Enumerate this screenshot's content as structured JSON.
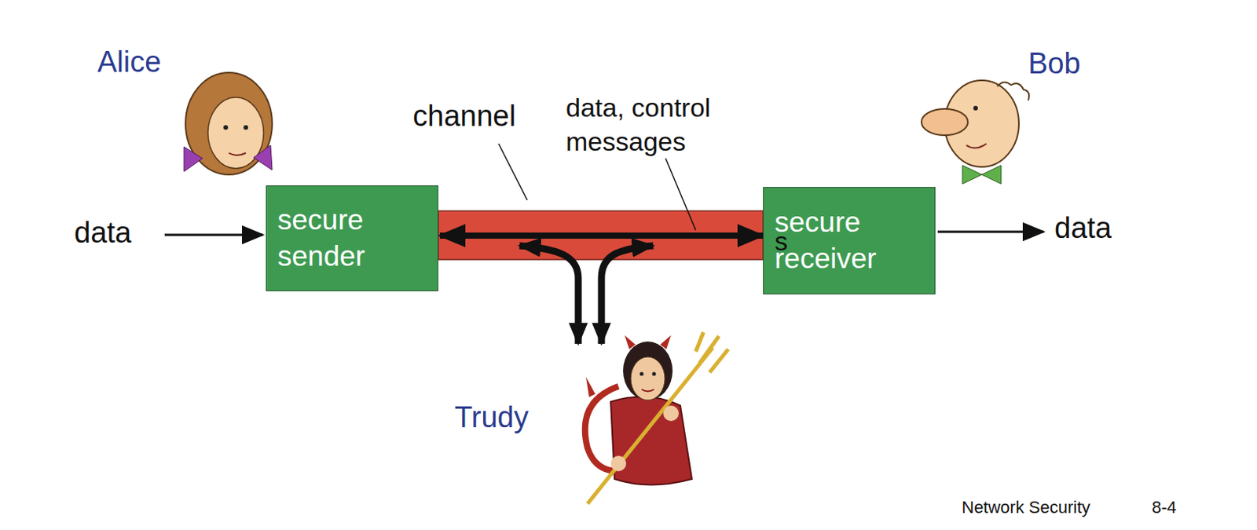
{
  "diagram": {
    "nodes": [
      {
        "text": [
          "secure sender"
        ]
      },
      {
        "text": [
          "secure receiver"
        ]
      }
    ],
    "edges": [
      {
        "from": 0,
        "to": 1,
        "arrow": "both"
      }
    ],
    "labels": [
      "Alice",
      "Bob",
      "channel",
      "data, control messages",
      "data",
      "data",
      "s",
      "Trudy",
      "Network Security",
      "8-4"
    ]
  }
}
